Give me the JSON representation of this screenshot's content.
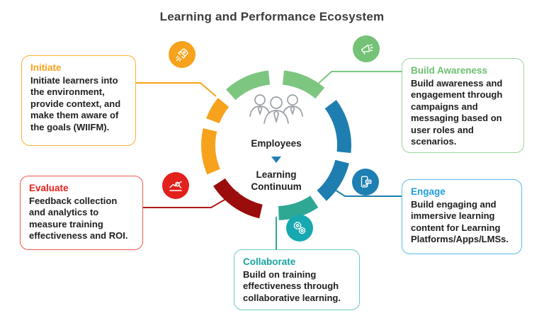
{
  "title": "Learning and Performance Ecosystem",
  "center": {
    "icon": "employees-icon",
    "label_top": "Employees",
    "arrow_icon": "down-triangle-icon",
    "label_bottom": "Learning Continuum"
  },
  "colors": {
    "orange": "#F6A21D",
    "green": "#7CC67F",
    "blue": "#1E7EB0",
    "teal": "#2FA893",
    "dark_red": "#9B0C0C",
    "bright_red": "#E2201C"
  },
  "ring_segments": [
    {
      "color": "green",
      "start": 318,
      "end": 354
    },
    {
      "color": "green",
      "start": 6,
      "end": 40
    },
    {
      "color": "blue",
      "start": 53,
      "end": 96
    },
    {
      "color": "blue",
      "start": 104,
      "end": 138
    },
    {
      "color": "teal",
      "start": 146,
      "end": 178
    },
    {
      "color": "dark_red",
      "start": 193,
      "end": 237
    },
    {
      "color": "orange",
      "start": 247,
      "end": 283
    },
    {
      "color": "orange",
      "start": 291,
      "end": 309
    }
  ],
  "nodes": {
    "initiate": {
      "title": "Initiate",
      "body": "Initiate learners into the environment, provide context, and make them aware of the goals (WIIFM).",
      "heading_color": "#F6A21D",
      "border_color": "#F8B133",
      "badge_color": "#F6A21D",
      "line_color": "#F6A21D",
      "icon": "rocket-icon"
    },
    "build_awareness": {
      "title": "Build Awareness",
      "body": "Build awareness and engagement through campaigns and messaging based on user roles and scenarios.",
      "heading_color": "#6DBF71",
      "border_color": "#9CD49E",
      "badge_color": "#74C276",
      "line_color": "#7CC67F",
      "icon": "megaphone-icon"
    },
    "engage": {
      "title": "Engage",
      "body": "Build engaging and immersive learning content for Learning Platforms/Apps/LMSs.",
      "heading_color": "#1E9CD7",
      "border_color": "#59BCE4",
      "badge_color": "#1D7FB2",
      "line_color": "#1E7EB0",
      "icon": "mobile-chat-icon"
    },
    "collaborate": {
      "title": "Collaborate",
      "body": "Build on training effectiveness through collaborative learning.",
      "heading_color": "#16A5A0",
      "border_color": "#6CC8C2",
      "badge_color": "#17A8B0",
      "line_color": "#2FA893",
      "icon": "gears-icon"
    },
    "evaluate": {
      "title": "Evaluate",
      "body": "Feedback collection and analytics to measure training effectiveness and ROI.",
      "heading_color": "#E8211B",
      "border_color": "#F3594E",
      "badge_color": "#E2201C",
      "line_color": "#B11917",
      "icon": "chart-magnifier-icon"
    }
  }
}
